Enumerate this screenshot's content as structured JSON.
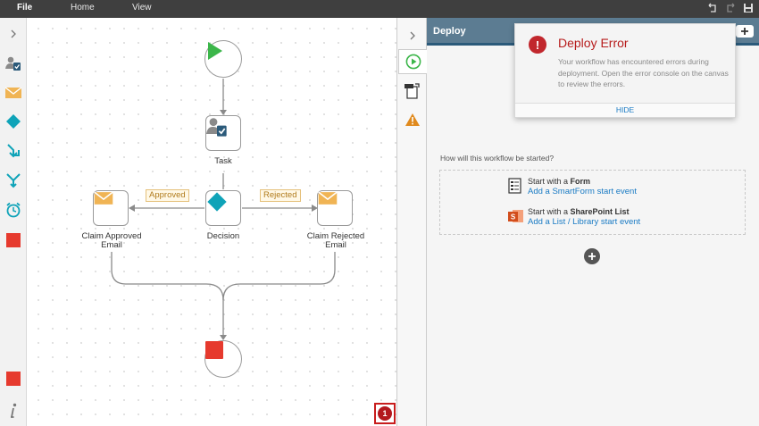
{
  "menu": {
    "file": "File",
    "home": "Home",
    "view": "View"
  },
  "toolbox": {
    "items": [
      {
        "name": "expand",
        "icon": "chevron-right-icon"
      },
      {
        "name": "task",
        "icon": "user-task-icon"
      },
      {
        "name": "email",
        "icon": "envelope-icon"
      },
      {
        "name": "decision",
        "icon": "diamond-icon"
      },
      {
        "name": "merge",
        "icon": "merge-arrow-icon"
      },
      {
        "name": "split",
        "icon": "split-arrow-icon"
      },
      {
        "name": "timer",
        "icon": "alarm-clock-icon"
      },
      {
        "name": "end",
        "icon": "stop-square-icon"
      }
    ]
  },
  "workflow": {
    "task_label": "Task",
    "decision_label": "Decision",
    "approved_branch": "Approved",
    "rejected_branch": "Rejected",
    "email_approved_label_line1": "Claim Approved",
    "email_approved_label_line2": "Email",
    "email_rejected_label_line1": "Claim Rejected",
    "email_rejected_label_line2": "Email",
    "error_count": "1"
  },
  "colors": {
    "start_green": "#3cb64a",
    "stop_red": "#e63a2e",
    "decision_teal": "#0fa3b8",
    "email_orange": "#f0b454",
    "header_blue": "#5c7c92",
    "error_red": "#b71c1c",
    "link_blue": "#1a7bc4"
  },
  "panel": {
    "title": "Deploy",
    "start_question": "How will this workflow be started?",
    "form_option": {
      "prefix": "Start with a ",
      "bold": "Form",
      "link": "Add a SmartForm start event"
    },
    "list_option": {
      "prefix": "Start with a ",
      "bold": "SharePoint List",
      "link": "Add a List / Library start event"
    }
  },
  "popup": {
    "title": "Deploy Error",
    "body": "Your workflow has encountered errors during deployment. Open the error console on the canvas to review the errors.",
    "hide": "HIDE"
  }
}
